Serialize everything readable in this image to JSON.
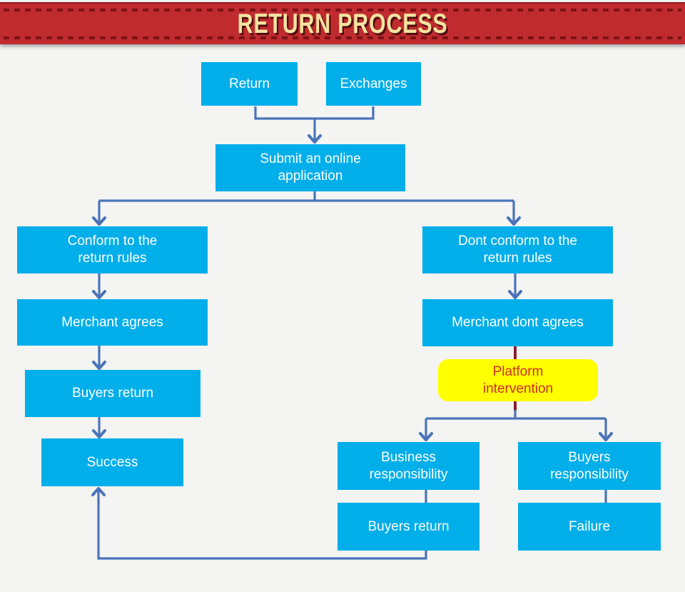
{
  "header": {
    "title": "RETURN PROCESS"
  },
  "colors": {
    "banner_red": "#bf2b2e",
    "banner_dash": "#7c1216",
    "title_cream": "#f4e3a1",
    "node_cyan": "#00aeea",
    "node_text": "#ffffff",
    "highlight_yellow": "#ffff00",
    "highlight_text_red": "#cf2f1f",
    "connector_blue": "#4a74b9",
    "connector_red": "#8e1f2d",
    "background": "#f4f4f2"
  },
  "nodes": {
    "return": {
      "label": "Return"
    },
    "exchanges": {
      "label": "Exchanges"
    },
    "submit": {
      "label": "Submit an online\napplication"
    },
    "conform": {
      "label": "Conform to the\nreturn rules"
    },
    "dont_conform": {
      "label": "Dont conform to the\nreturn rules"
    },
    "merchant_agrees": {
      "label": "Merchant agrees"
    },
    "merchant_dont_agrees": {
      "label": "Merchant dont agrees"
    },
    "platform_intervention": {
      "label": "Platform\nintervention"
    },
    "buyers_return_left": {
      "label": "Buyers return"
    },
    "success": {
      "label": "Success"
    },
    "business_responsibility": {
      "label": "Business\nresponsibility"
    },
    "buyers_responsibility": {
      "label": "Buyers\nresponsibility"
    },
    "buyers_return_right": {
      "label": "Buyers return"
    },
    "failure": {
      "label": "Failure"
    }
  }
}
